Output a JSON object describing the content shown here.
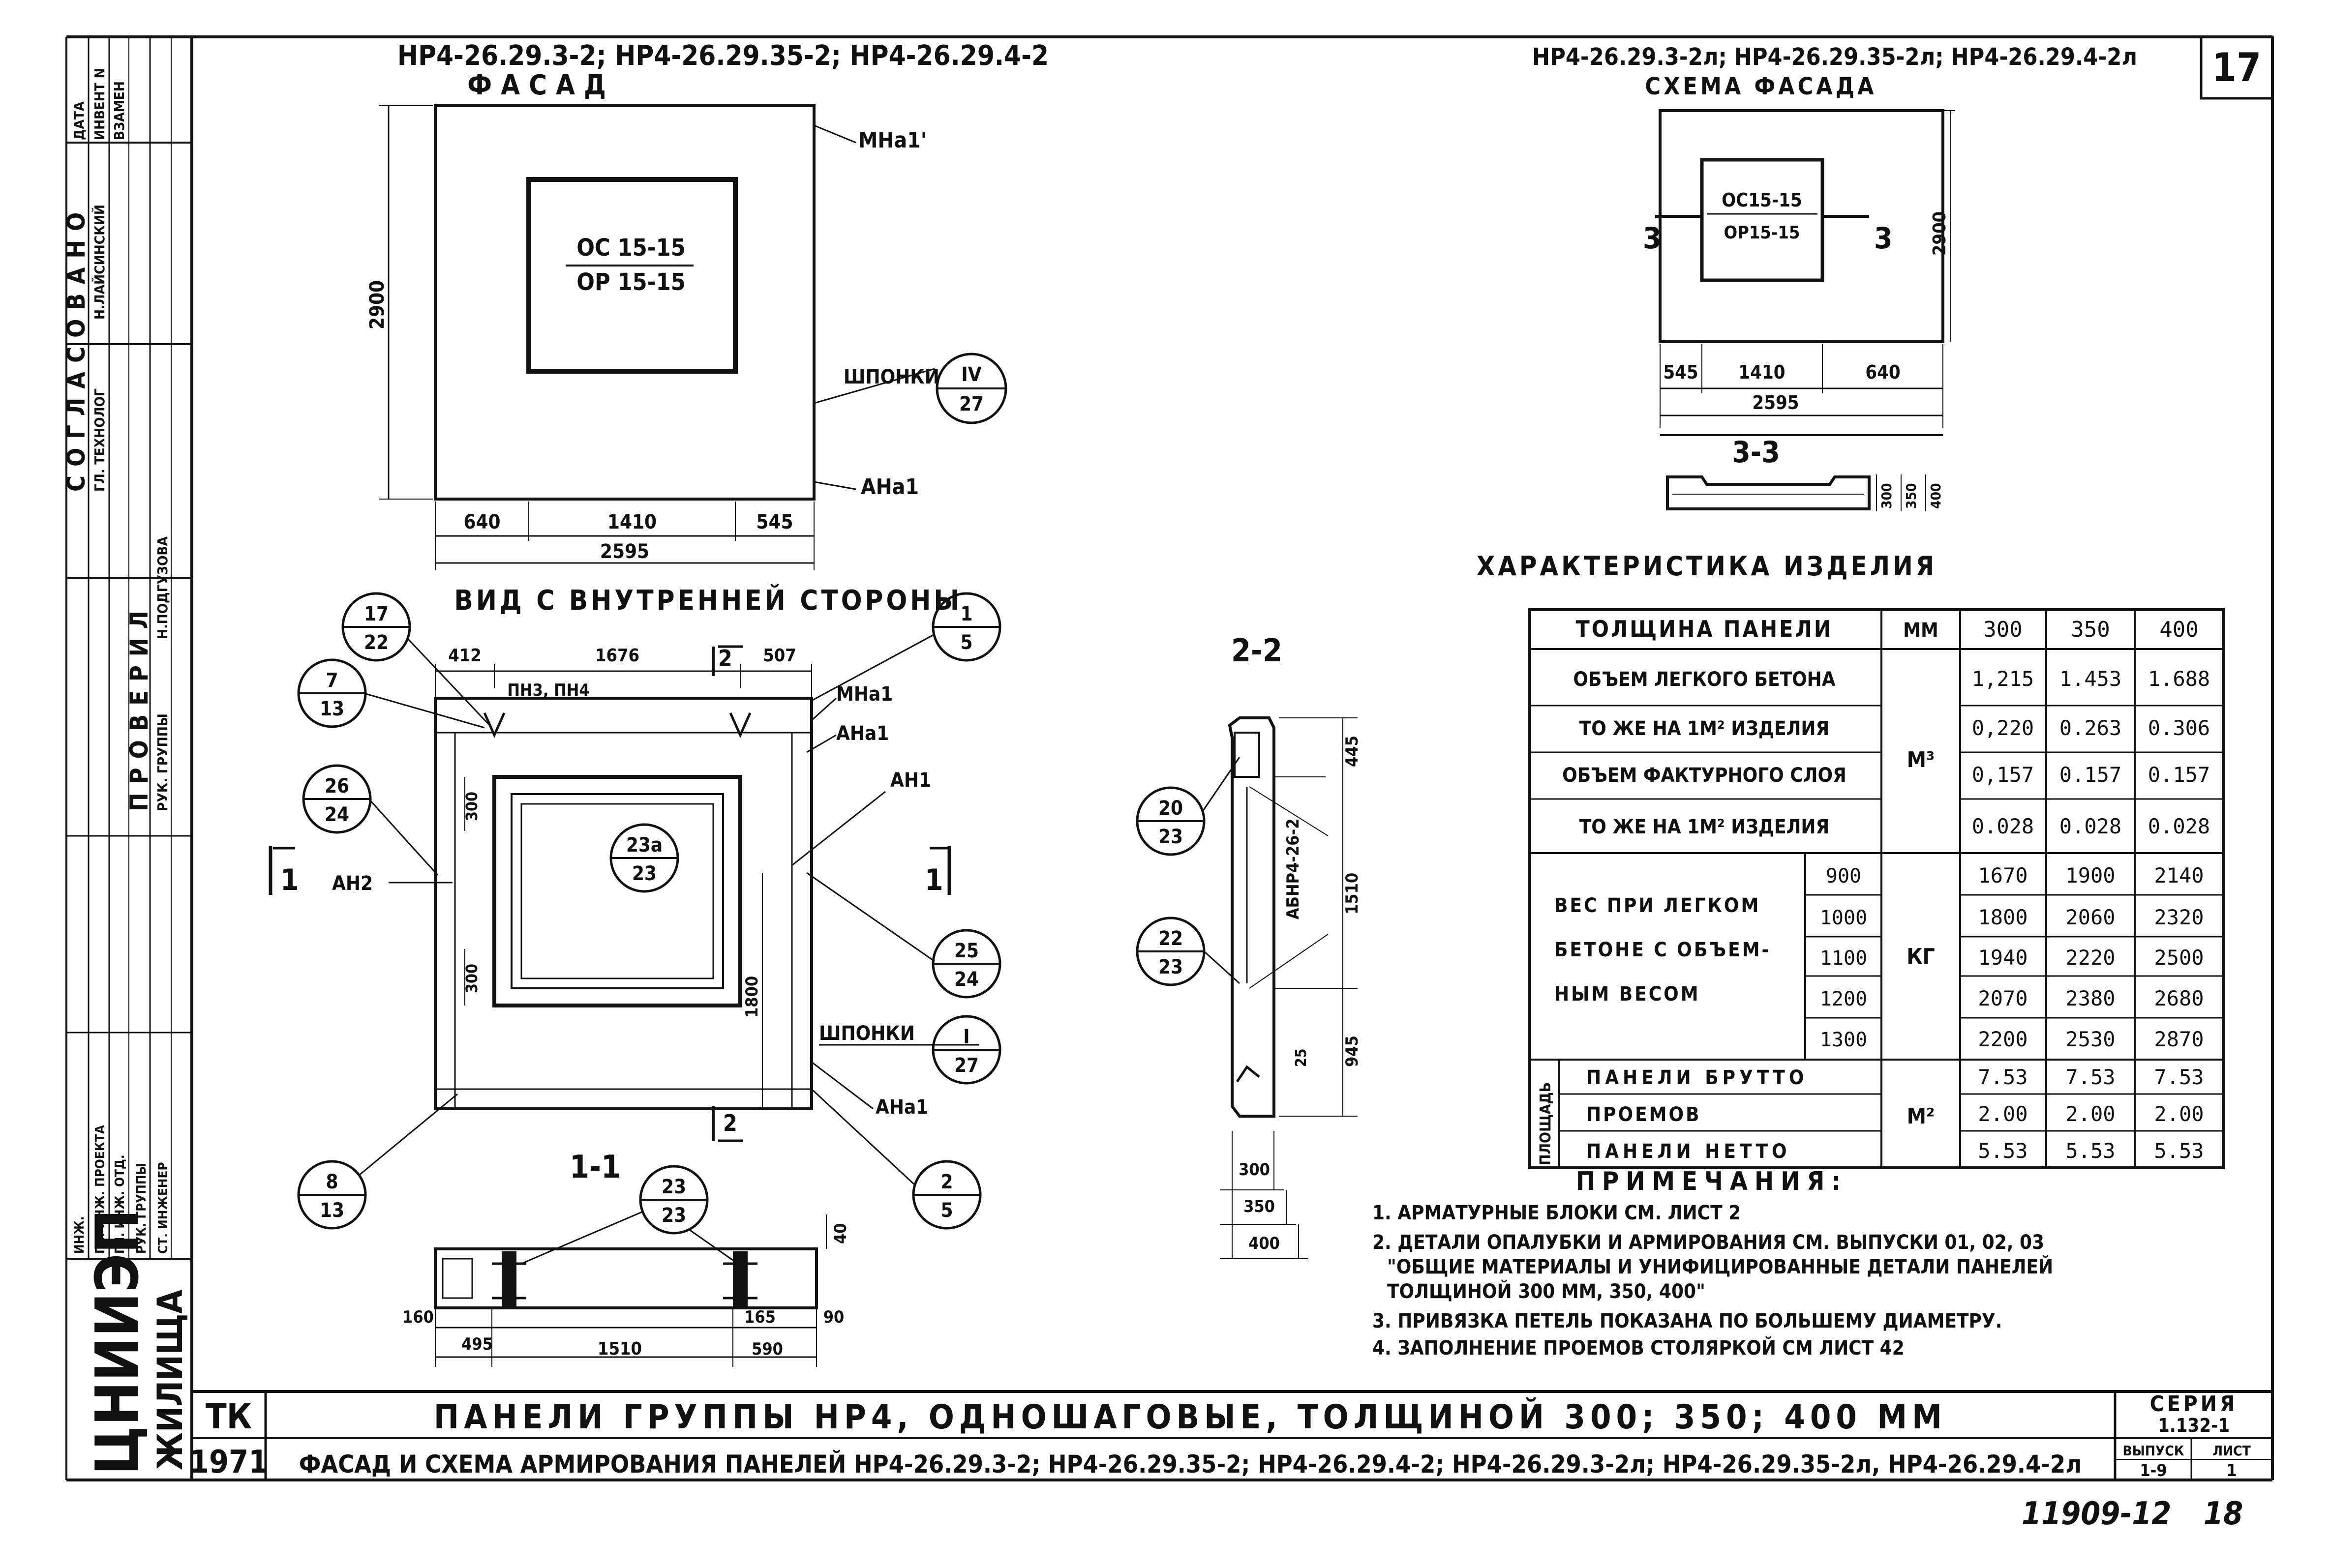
{
  "sheet_number": "17",
  "facade": {
    "header": "НР4-26.29.3-2; НР4-26.29.35-2; НР4-26.29.4-2",
    "title": "ФАСАД",
    "window_top": "ОС 15-15",
    "window_bottom": "ОР 15-15",
    "height_dim": "2900",
    "dims_bottom": [
      "640",
      "1410",
      "545"
    ],
    "total_dim": "2595",
    "label_mna": "МНа1'",
    "label_shponki": "ШПОНКИ",
    "label_ana": "АНа1",
    "callout_shponki": {
      "top": "IV",
      "bottom": "27"
    }
  },
  "scheme": {
    "header": "НР4-26.29.3-2л; НР4-26.29.35-2л; НР4-26.29.4-2л",
    "title": "СХЕМА ФАСАДА",
    "window_top": "ОС15-15",
    "window_bottom": "ОР15-15",
    "height_dim": "2900",
    "section_mark_left": "3",
    "section_mark_right": "3",
    "dims_bottom": [
      "545",
      "1410",
      "640"
    ],
    "total_dim": "2595",
    "section_title": "3-3",
    "section_dims": [
      "300",
      "350",
      "400"
    ]
  },
  "inner_view": {
    "title": "ВИД С ВНУТРЕННЕЙ СТОРОНЫ",
    "dims_top": [
      "412",
      "1676",
      "507"
    ],
    "label_pnz": "ПН3, ПН4",
    "label_mna1": "МНа1",
    "label_ana1_top": "АНа1",
    "label_an1": "АН1",
    "label_an2": "АН2",
    "label_shponki": "ШПОНКИ",
    "label_ana1_bottom": "АНа1",
    "dim_300_top": "300",
    "dim_300_bottom": "300",
    "dim_1800": "1800",
    "section_1": "1",
    "section_2": "2",
    "callouts": [
      {
        "top": "17",
        "bottom": "22"
      },
      {
        "top": "7",
        "bottom": "13"
      },
      {
        "top": "26",
        "bottom": "24"
      },
      {
        "top": "8",
        "bottom": "13"
      },
      {
        "top": "1",
        "bottom": "5"
      },
      {
        "top": "25",
        "bottom": "24"
      },
      {
        "top": "I",
        "bottom": "27"
      },
      {
        "top": "2",
        "bottom": "5"
      },
      {
        "top": "23a",
        "bottom": "23"
      }
    ]
  },
  "section_1_1": {
    "title": "1-1",
    "callout": {
      "top": "23",
      "bottom": "23"
    },
    "dim_40": "40",
    "dims": [
      "160",
      "495",
      "1510",
      "165",
      "590",
      "90"
    ]
  },
  "section_2_2": {
    "title": "2-2",
    "callouts": [
      {
        "top": "20",
        "bottom": "23"
      },
      {
        "top": "22",
        "bottom": "23"
      }
    ],
    "block_label": "АБНР4-26-2",
    "dims_right": [
      "445",
      "1510",
      "25",
      "945"
    ],
    "dims_bottom": [
      "300",
      "350",
      "400"
    ]
  },
  "characteristics": {
    "title": "ХАРАКТЕРИСТИКА ИЗДЕЛИЯ",
    "header": {
      "param": "ТОЛЩИНА ПАНЕЛИ",
      "unit": "ММ",
      "cols": [
        "300",
        "350",
        "400"
      ]
    },
    "volume_unit": "М³",
    "volume_rows": [
      {
        "label": "ОБЪЕМ ЛЕГКОГО БЕТОНА",
        "values": [
          "1,215",
          "1.453",
          "1.688"
        ]
      },
      {
        "label": "ТО ЖЕ НА 1М² ИЗДЕЛИЯ",
        "values": [
          "0,220",
          "0.263",
          "0.306"
        ]
      },
      {
        "label": "ОБЪЕМ ФАКТУРНОГО СЛОЯ",
        "values": [
          "0,157",
          "0.157",
          "0.157"
        ]
      },
      {
        "label": "ТО ЖЕ НА 1М² ИЗДЕЛИЯ",
        "values": [
          "0.028",
          "0.028",
          "0.028"
        ]
      }
    ],
    "weight_label": [
      "ВЕС ПРИ ЛЕГКОМ",
      "БЕТОНЕ С ОБЪЕМ-",
      "НЫМ ВЕСОМ"
    ],
    "weight_unit": "КГ",
    "weight_rows": [
      {
        "density": "900",
        "values": [
          "1670",
          "1900",
          "2140"
        ]
      },
      {
        "density": "1000",
        "values": [
          "1800",
          "2060",
          "2320"
        ]
      },
      {
        "density": "1100",
        "values": [
          "1940",
          "2220",
          "2500"
        ]
      },
      {
        "density": "1200",
        "values": [
          "2070",
          "2380",
          "2680"
        ]
      },
      {
        "density": "1300",
        "values": [
          "2200",
          "2530",
          "2870"
        ]
      }
    ],
    "area_group": "ПЛОЩАДЬ",
    "area_unit": "М²",
    "area_rows": [
      {
        "label": "ПАНЕЛИ БРУТТО",
        "values": [
          "7.53",
          "7.53",
          "7.53"
        ]
      },
      {
        "label": "ПРОЕМОВ",
        "values": [
          "2.00",
          "2.00",
          "2.00"
        ]
      },
      {
        "label": "ПАНЕЛИ НЕТТО",
        "values": [
          "5.53",
          "5.53",
          "5.53"
        ]
      }
    ]
  },
  "notes": {
    "title": "ПРИМЕЧАНИЯ:",
    "items": [
      "1. АРМАТУРНЫЕ БЛОКИ СМ. ЛИСТ 2",
      "2. ДЕТАЛИ ОПАЛУБКИ И АРМИРОВАНИЯ СМ. ВЫПУСКИ 01, 02, 03",
      "\"ОБЩИЕ МАТЕРИАЛЫ И УНИФИЦИРОВАННЫЕ ДЕТАЛИ ПАНЕЛЕЙ",
      "ТОЛЩИНОЙ 300 ММ, 350, 400\"",
      "3. ПРИВЯЗКА ПЕТЕЛЬ ПОКАЗАНА ПО БОЛЬШЕМУ ДИАМЕТРУ.",
      "4. ЗАПОЛНЕНИЕ ПРОЕМОВ СТОЛЯРКОЙ СМ ЛИСТ 42"
    ]
  },
  "title_block": {
    "tk": "ТК",
    "year": "1971",
    "title_main": "ПАНЕЛИ ГРУППЫ НР4, ОДНОШАГОВЫЕ, ТОЛЩИНОЙ 300; 350; 400 ММ",
    "title_sub": "ФАСАД И СХЕМА АРМИРОВАНИЯ ПАНЕЛЕЙ НР4-26.29.3-2; НР4-26.29.35-2; НР4-26.29.4-2; НР4-26.29.3-2л; НР4-26.29.35-2л, НР4-26.29.4-2л",
    "series_label": "СЕРИЯ",
    "series_value": "1.132-1",
    "issue_label": "ВЫПУСК",
    "issue_value": "1-9",
    "sheet_label": "ЛИСТ",
    "sheet_value": "1",
    "footer_number": "11909-12",
    "footer_page": "18"
  },
  "left_stamp": {
    "approved": "СОГЛАСОВАНО",
    "checked": "ПРОВЕРИЛ",
    "org": "ЖИЛИЩА",
    "logo": "ЦНИИЭП",
    "col_headers": [
      "ДАТА",
      "ИНВЕНТ N",
      "ВЗАМЕН"
    ],
    "roles_top": [
      "ГЛ. ТЕХНОЛОГ",
      "Н.ЛАЙСИНСКИЙ"
    ],
    "roles_mid": [
      "РУК. ГРУППЫ",
      "Н.ПОДГУЗОВА"
    ],
    "roles_bottom": [
      "ИНЖ.",
      "ГЛ. ИНЖ. ПРОЕКТА",
      "ГЛ. ИНЖ. ОТД.",
      "РУК. ГРУППЫ",
      "СТ. ИНЖЕНЕР"
    ]
  }
}
